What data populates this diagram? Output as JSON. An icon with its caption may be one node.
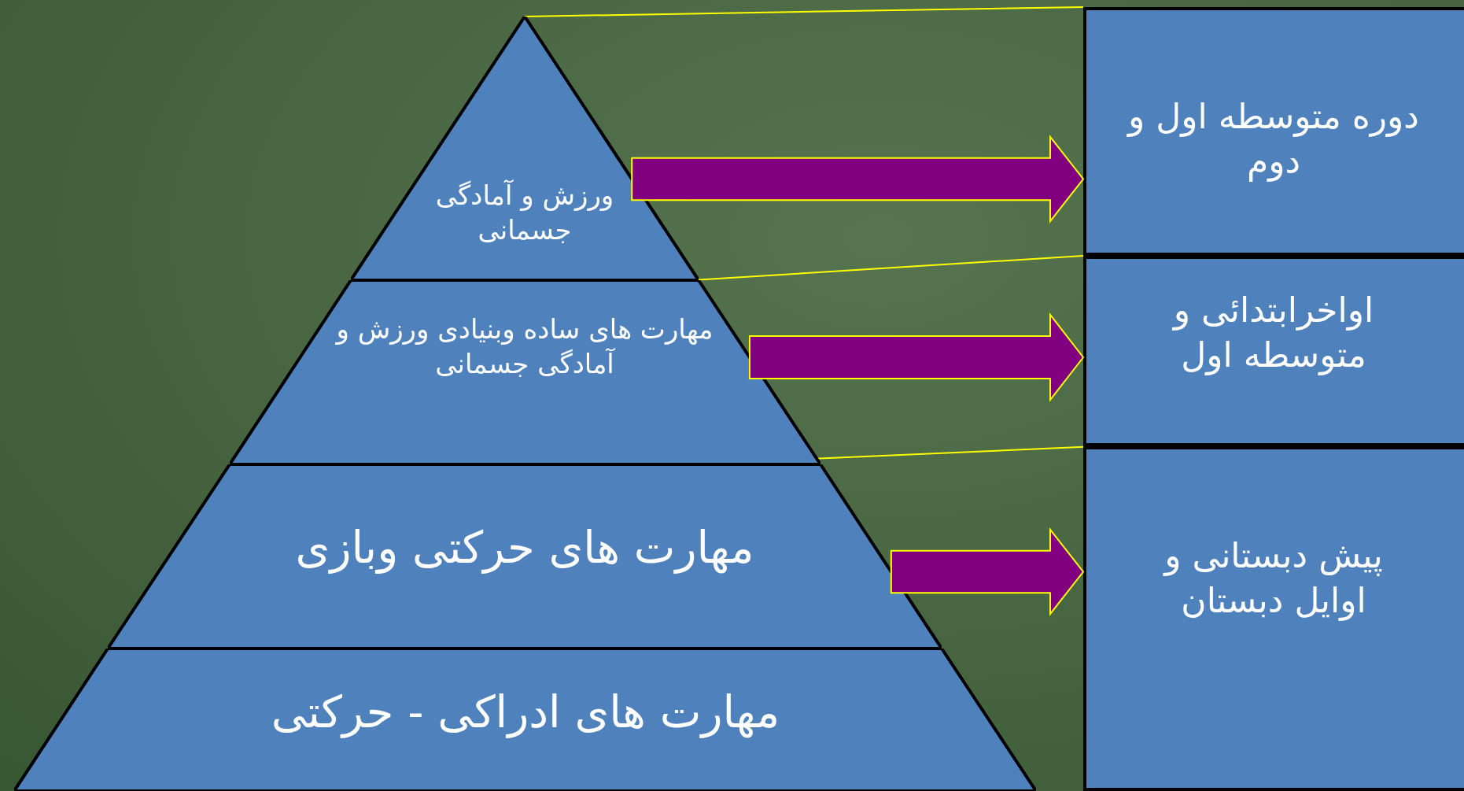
{
  "diagram": {
    "nodes": [
      {
        "text": [
          "ورزش و آمادگی جسمانی"
        ]
      },
      {
        "text": [
          "مهارت های ساده وبنیادی ورزش و آمادگی جسمانی"
        ]
      },
      {
        "text": [
          "مهارت های حرکتی وبازی"
        ]
      },
      {
        "text": [
          "مهارت های ادراکی - حرکتی"
        ]
      },
      {
        "text": [
          "دوره متوسطه اول و دوم"
        ]
      },
      {
        "text": [
          "اواخرابتدائی و متوسطه اول"
        ]
      },
      {
        "text": [
          "پیش دبستانی و اوایل دبستان"
        ]
      }
    ],
    "edges": [
      {
        "from": 0,
        "to": 4,
        "arrow": "to"
      },
      {
        "from": 1,
        "to": 5,
        "arrow": "to"
      },
      {
        "from": 2,
        "to": 6,
        "arrow": "to"
      }
    ]
  }
}
